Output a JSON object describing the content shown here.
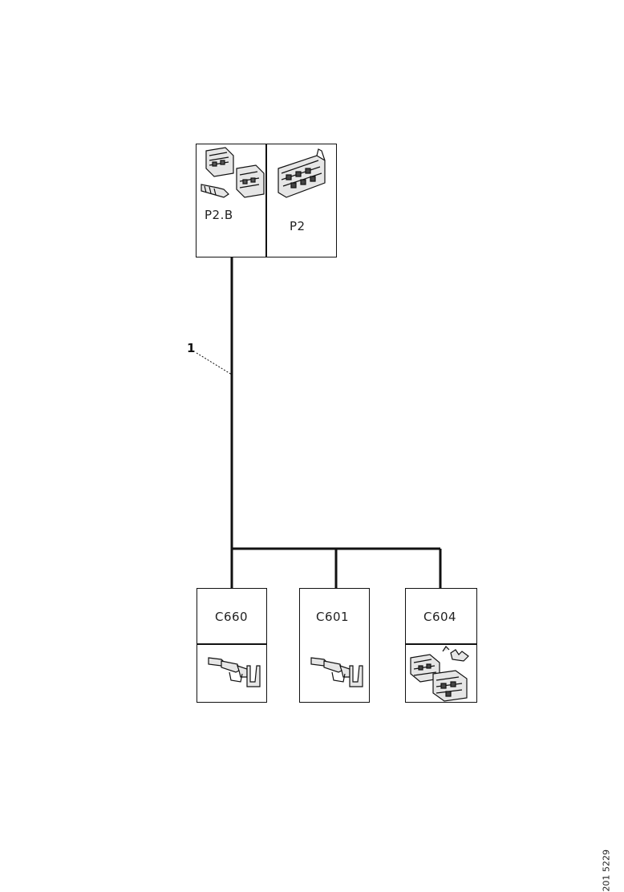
{
  "connectors": {
    "top_left": {
      "label": "P2.B",
      "icon": "connector-housing-with-terminal-icon"
    },
    "top_right": {
      "label": "P2",
      "icon": "panel-connector-icon"
    },
    "bottom_1": {
      "label": "C660",
      "icon": "terminal-pin-icon"
    },
    "bottom_2": {
      "label": "C601",
      "icon": "terminal-pin-icon"
    },
    "bottom_3": {
      "label": "C604",
      "icon": "connector-pair-icon"
    }
  },
  "callout": {
    "number": "1"
  },
  "document_id": "201 5229"
}
